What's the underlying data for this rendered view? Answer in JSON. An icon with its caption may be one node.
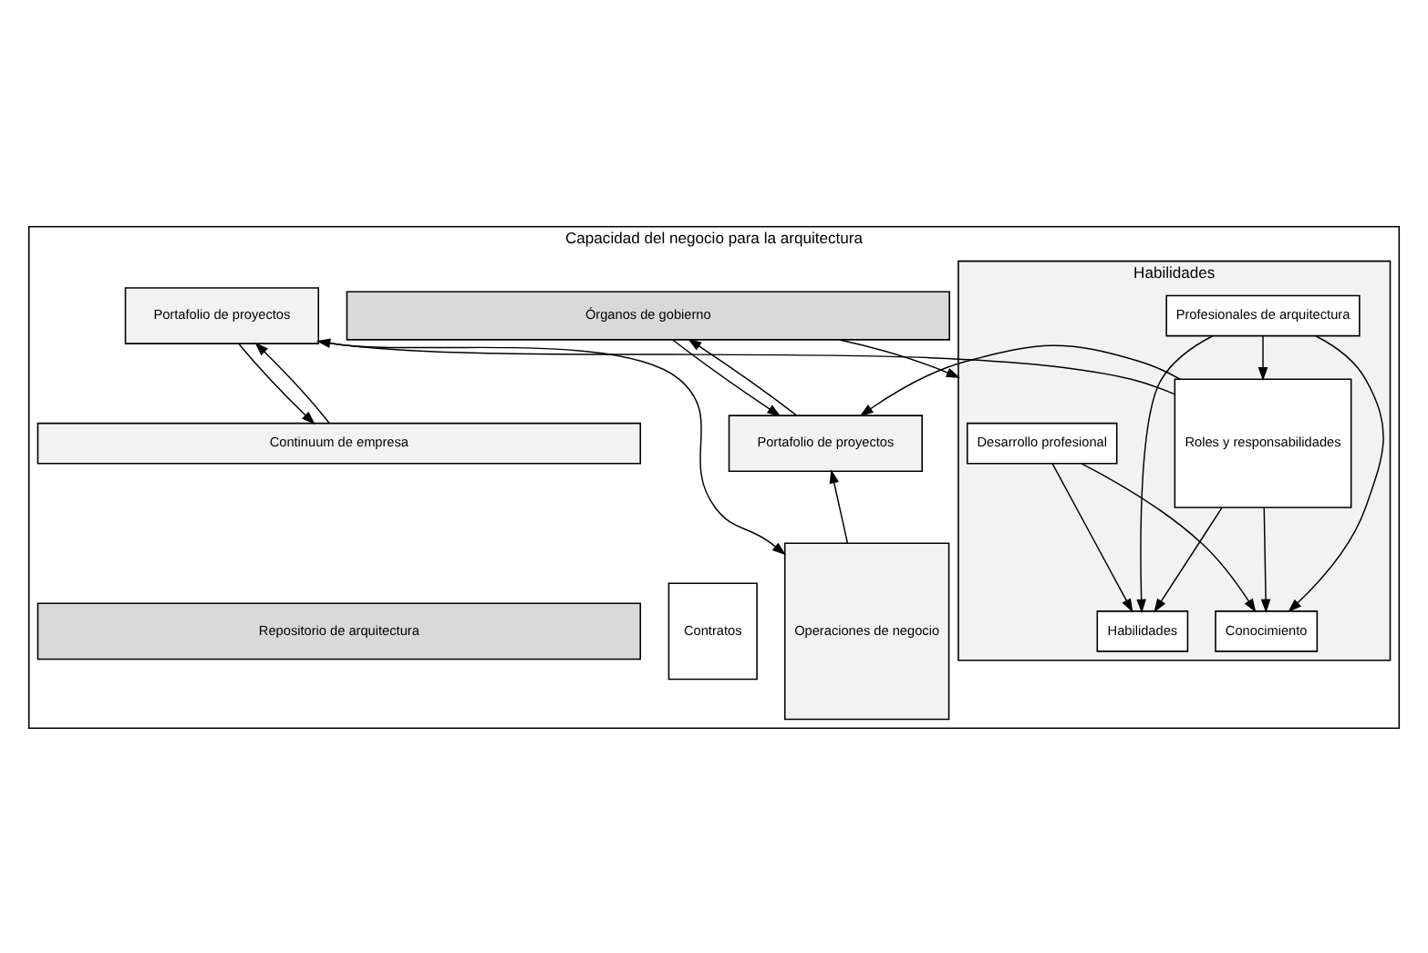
{
  "diagram": {
    "nodes": [
      {
        "text": [
          "Capacidad del negocio para la arquitectura"
        ]
      },
      {
        "text": [
          "Órganos de gobierno"
        ],
        "in": 0
      },
      {
        "text": [
          "Habilidades"
        ],
        "in": 0
      },
      {
        "text": [
          "Desarrollo profesional"
        ],
        "in": 2
      },
      {
        "text": [
          "Habilidades"
        ],
        "in": 2
      },
      {
        "text": [
          "Conocimiento"
        ],
        "in": 2
      },
      {
        "text": [
          "Profesionales de arquitectura"
        ],
        "in": 2
      },
      {
        "text": [
          "Roles y responsabilidades"
        ],
        "in": 2
      },
      {
        "text": [
          "Portafolio de proyectos"
        ],
        "in": 0
      },
      {
        "text": [
          "Contratos"
        ],
        "in": 0
      },
      {
        "text": [
          "Portafolio de proyectos"
        ],
        "in": 0
      },
      {
        "text": [
          "Operaciones de negocio"
        ],
        "in": 0
      },
      {
        "text": [
          "Continuum de empresa"
        ],
        "in": 0
      },
      {
        "text": [
          "Repositorio de arquitectura"
        ],
        "in": 0
      }
    ],
    "edges": [
      {
        "from": 1,
        "to": 2,
        "arrow": "to"
      },
      {
        "from": 1,
        "to": 8,
        "arrow": "to"
      },
      {
        "from": 8,
        "to": 1,
        "arrow": "to"
      },
      {
        "from": 3,
        "to": 4,
        "arrow": "to"
      },
      {
        "from": 3,
        "to": 5,
        "arrow": "to"
      },
      {
        "from": 6,
        "to": 4,
        "arrow": "to"
      },
      {
        "from": 6,
        "to": 5,
        "arrow": "to"
      },
      {
        "from": 6,
        "to": 7,
        "arrow": "to"
      },
      {
        "from": 7,
        "to": 5,
        "arrow": "to"
      },
      {
        "from": 7,
        "to": 4,
        "arrow": "to"
      },
      {
        "from": 7,
        "to": 8,
        "arrow": "to"
      },
      {
        "from": 7,
        "to": 10,
        "arrow": "to"
      },
      {
        "from": 11,
        "to": 8,
        "arrow": "to"
      },
      {
        "from": 10,
        "to": 11,
        "arrow": "to"
      },
      {
        "from": 12,
        "to": 10,
        "arrow": "to"
      },
      {
        "from": 10,
        "to": 12,
        "arrow": "to"
      }
    ]
  }
}
